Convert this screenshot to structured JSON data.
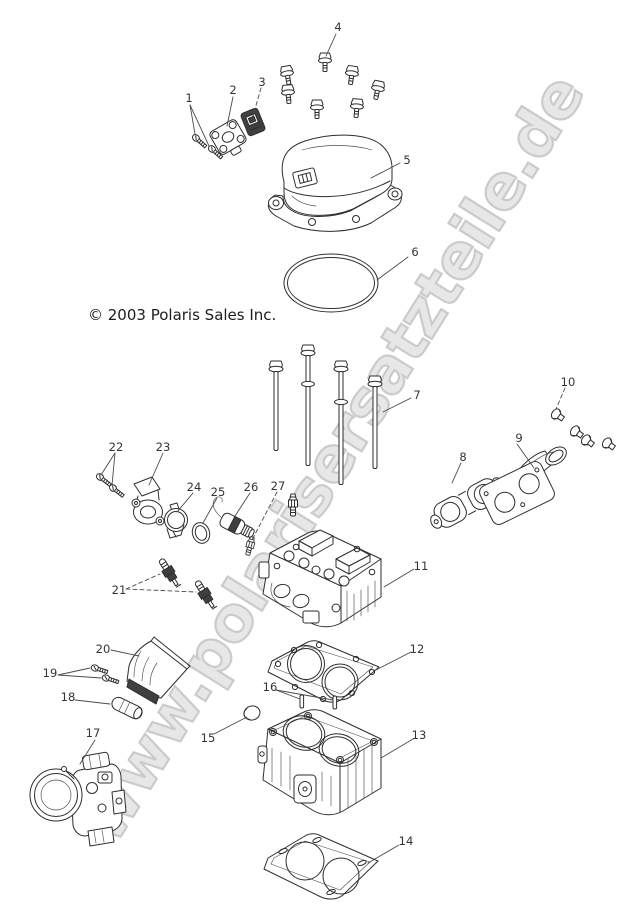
{
  "watermark": {
    "text": "www.polarisersatzteile.de",
    "fill_color": "#e7e7e7",
    "outline_color": "#cbcbcb"
  },
  "copyright": {
    "text": "© 2003 Polaris Sales Inc."
  },
  "line_color": "#2e2e2e",
  "callouts": {
    "c1": "1",
    "c2": "2",
    "c3": "3",
    "c4": "4",
    "c5": "5",
    "c6": "6",
    "c7": "7",
    "c8": "8",
    "c9": "9",
    "c10": "10",
    "c11": "11",
    "c12": "12",
    "c13": "13",
    "c14": "14",
    "c15": "15",
    "c16": "16",
    "c17": "17",
    "c18": "18",
    "c19": "19",
    "c20": "20",
    "c21": "21",
    "c22": "22",
    "c23": "23",
    "c24": "24",
    "c25": "25",
    "c26": "26",
    "c27": "27"
  }
}
